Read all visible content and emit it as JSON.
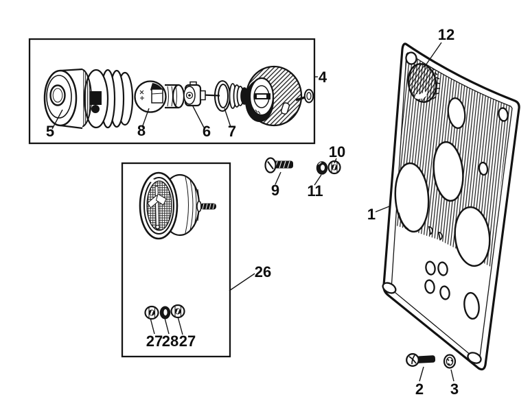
{
  "figure": {
    "type": "exploded-parts-diagram",
    "background": "#ffffff",
    "ink": "#141414",
    "labels": {
      "panel_plate": "1",
      "panel_bolt": "2",
      "panel_nut": "3",
      "lamp_socket_assembly": "4",
      "socket_body": "5",
      "contact_plunger": "6",
      "spring_and_washers": "7",
      "bulb": "8",
      "fixing_screw": "9",
      "small_nut": "10",
      "spring_washer": "11",
      "panel_light_switch": "12",
      "warning_lamp_unit": "26",
      "lamp_nut_left": "27",
      "lamp_washer": "28",
      "lamp_nut_right": "27"
    }
  }
}
